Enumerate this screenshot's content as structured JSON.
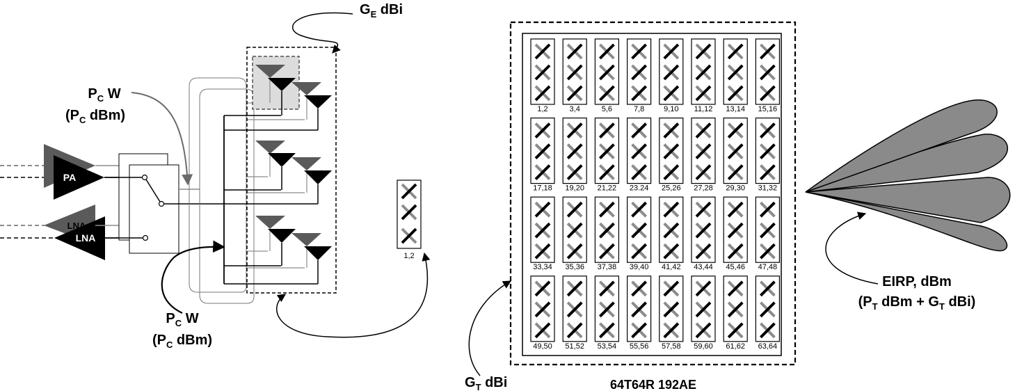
{
  "labels": {
    "ge": {
      "main": "G",
      "sub": "E",
      "unit": " dBi"
    },
    "pc_top": {
      "line1_main": "P",
      "line1_sub": "C",
      "line1_unit": " W",
      "line2_open": "(P",
      "line2_sub": "C",
      "line2_unit": " dBm)"
    },
    "pc_bottom": {
      "line1_main": "P",
      "line1_sub": "C",
      "line1_unit": " W",
      "line2_open": "(P",
      "line2_sub": "C",
      "line2_unit": " dBm)"
    },
    "pa": "PA",
    "lna_back": "LNA",
    "lna_front": "LNA",
    "single_element": "1,2",
    "gt": {
      "main": "G",
      "sub": "T",
      "unit": " dBi"
    },
    "array_name": "64T64R 192AE",
    "eirp": {
      "line1": "EIRP, dBm",
      "line2_a": "(P",
      "line2_sub1": "T",
      "line2_b": " dBm + G",
      "line2_sub2": "T",
      "line2_c": " dBi)"
    }
  },
  "array": {
    "rows": 4,
    "cols": 8,
    "elements_per_column": 3,
    "column_labels": [
      "1,2",
      "3,4",
      "5,6",
      "7,8",
      "9,10",
      "11,12",
      "13,14",
      "15,16",
      "17,18",
      "19,20",
      "21,22",
      "23.24",
      "25,26",
      "27,28",
      "29,30",
      "31,32",
      "33,34",
      "35,36",
      "37,38",
      "39,40",
      "41,42",
      "43,44",
      "45,46",
      "47,48",
      "49,50",
      "51,52",
      "53,54",
      "55,56",
      "57,58",
      "59,60",
      "61,62",
      "63,64"
    ]
  },
  "colors": {
    "line": "#000000",
    "gray_line": "#8c8c8c",
    "dark_gray": "#5a5a5a",
    "light_gray": "#dcdcdc",
    "beam_fill": "#8a8a8a",
    "element_gray": "#8c8c8c"
  }
}
